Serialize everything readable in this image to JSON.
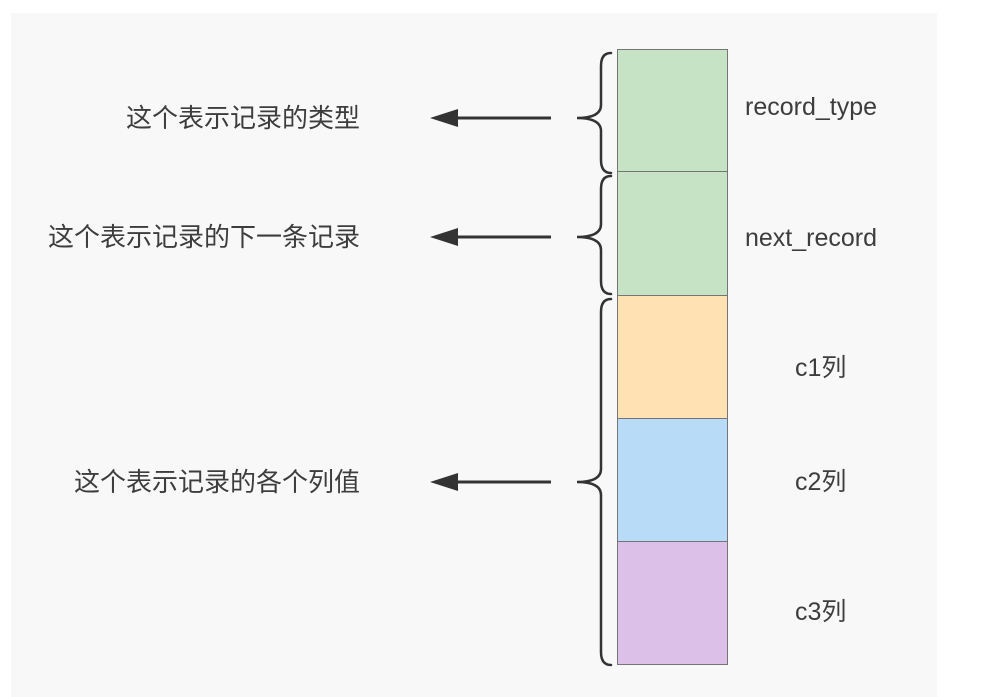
{
  "page": {
    "bg": "#ffffff",
    "panel_bg": "#f8f8f8"
  },
  "stroke_color": "#333333",
  "text_color": "#3d3d3d",
  "annotations": [
    {
      "text": "这个表示记录的类型"
    },
    {
      "text": "这个表示记录的下一条记录"
    },
    {
      "text": "这个表示记录的各个列值"
    }
  ],
  "record": {
    "border_color": "#757575",
    "segments": [
      {
        "label": "record_type",
        "color": "#c7e3c6"
      },
      {
        "label": "next_record",
        "color": "#c7e3c6"
      },
      {
        "label": "c1列",
        "color": "#ffe1b3"
      },
      {
        "label": "c2列",
        "color": "#b8dcf8"
      },
      {
        "label": "c3列",
        "color": "#ddc0e8"
      }
    ]
  }
}
